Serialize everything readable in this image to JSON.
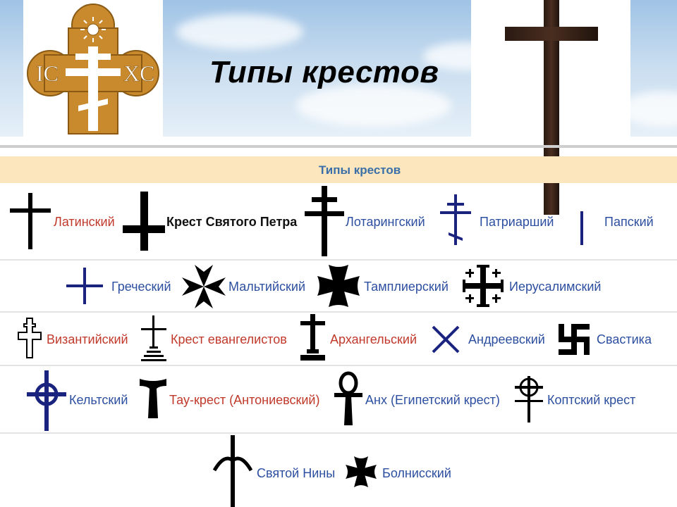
{
  "title": "Типы крестов",
  "logo": {
    "left_letters": "IC",
    "right_letters": "XC"
  },
  "table": {
    "header": "Типы крестов",
    "rows": [
      [
        {
          "label": "Латинский",
          "color": "#c0392b",
          "icon": "latin-cross-icon"
        },
        {
          "label": "Крест Святого Петра",
          "color": "#111111",
          "icon": "st-peter-cross-icon"
        },
        {
          "label": "Лотарингский",
          "color": "#2d4fa0",
          "icon": "lorraine-cross-icon"
        },
        {
          "label": "Патриарший",
          "color": "#2d4fa0",
          "icon": "patriarchal-cross-icon"
        },
        {
          "label": "Папский",
          "color": "#2d4fa0",
          "icon": "papal-cross-icon"
        }
      ],
      [
        {
          "label": "Греческий",
          "color": "#2d4fa0",
          "icon": "greek-cross-icon"
        },
        {
          "label": "Мальтийский",
          "color": "#2d4fa0",
          "icon": "maltese-cross-icon"
        },
        {
          "label": "Тамплиерский",
          "color": "#2d4fa0",
          "icon": "templar-cross-icon"
        },
        {
          "label": "Иерусалимский",
          "color": "#2d4fa0",
          "icon": "jerusalem-cross-icon"
        }
      ],
      [
        {
          "label": "Византийский",
          "color": "#c0392b",
          "icon": "byzantine-cross-icon"
        },
        {
          "label": "Крест евангелистов",
          "color": "#c0392b",
          "icon": "evangelists-cross-icon"
        },
        {
          "label": "Архангельский",
          "color": "#c0392b",
          "icon": "archangel-cross-icon"
        },
        {
          "label": "Андреевский",
          "color": "#2d4fa0",
          "icon": "st-andrew-cross-icon"
        },
        {
          "label": "Свастика",
          "color": "#2d4fa0",
          "icon": "swastika-icon"
        }
      ],
      [
        {
          "label": "Кельтский",
          "color": "#2d4fa0",
          "icon": "celtic-cross-icon"
        },
        {
          "label": "Тау-крест (Антониевский)",
          "color": "#c0392b",
          "icon": "tau-cross-icon"
        },
        {
          "label": "Анх (Египетский крест)",
          "color": "#2d4fa0",
          "icon": "ankh-icon"
        },
        {
          "label": "Коптский крест",
          "color": "#2d4fa0",
          "icon": "coptic-cross-icon"
        }
      ],
      [
        {
          "label": "Святой Нины",
          "color": "#2d4fa0",
          "icon": "st-nino-cross-icon"
        },
        {
          "label": "Болнисский",
          "color": "#2d4fa0",
          "icon": "bolnisi-cross-icon"
        }
      ]
    ]
  }
}
